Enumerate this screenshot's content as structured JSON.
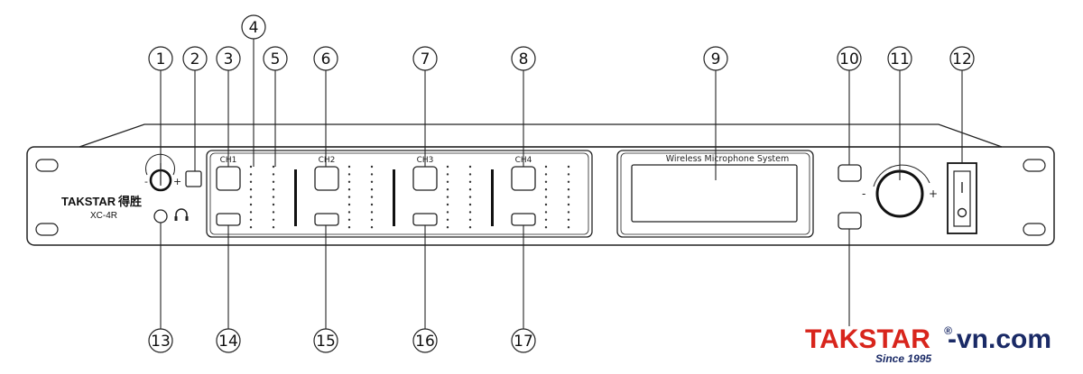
{
  "device": {
    "brand_logo": "TAKSTAR",
    "brand_cn": "得胜",
    "model": "XC-4R",
    "display_title": "Wireless Microphone System"
  },
  "channels": [
    {
      "label": "CH1"
    },
    {
      "label": "CH2"
    },
    {
      "label": "CH3"
    },
    {
      "label": "CH4"
    }
  ],
  "knob_signs": {
    "minus": "-",
    "plus": "+"
  },
  "callouts": [
    "1",
    "2",
    "3",
    "4",
    "5",
    "6",
    "7",
    "8",
    "9",
    "10",
    "11",
    "12",
    "13",
    "14",
    "15",
    "16",
    "17"
  ],
  "watermark": {
    "brand": "TAKSTAR",
    "registered": "®",
    "site": "-vn.com",
    "since": "Since 1995"
  }
}
